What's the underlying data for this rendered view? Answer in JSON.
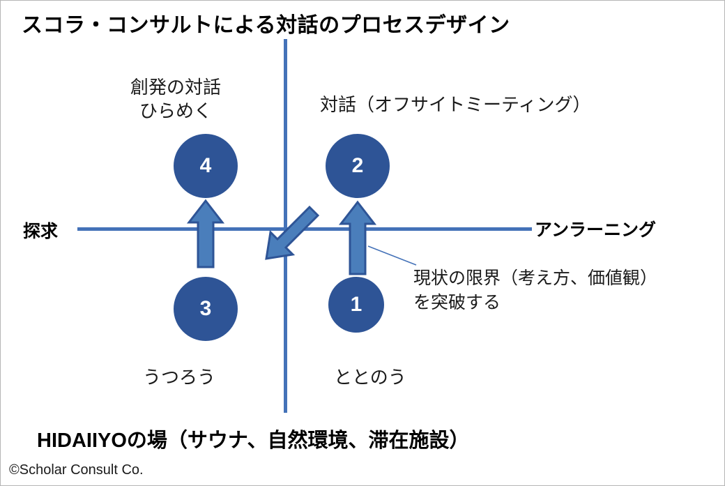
{
  "slide": {
    "title": "スコラ・コンサルトによる対話のプロセスデザイン",
    "caption": "HIDAIIYOの場（サウナ、自然環境、滞在施設）",
    "copyright": "©Scholar Consult Co.",
    "background_color": "#ffffff"
  },
  "axes": {
    "left_label": "探求",
    "right_label": "アンラーニング",
    "line_color": "#4472b8"
  },
  "quadrants": {
    "top_left_line1": "創発の対話",
    "top_left_line2": "ひらめく",
    "top_right": "対話（オフサイトミーティング）",
    "bottom_left": "うつろう",
    "bottom_right": "ととのう"
  },
  "annotation": {
    "line1": "現状の限界（考え方、価値観）",
    "line2": "を突破する",
    "leader_color": "#4472b8"
  },
  "nodes": [
    {
      "id": "node-4",
      "label": "4",
      "quadrant": "top-left",
      "color": "#2e5496"
    },
    {
      "id": "node-2",
      "label": "2",
      "quadrant": "top-right",
      "color": "#2e5496"
    },
    {
      "id": "node-3",
      "label": "3",
      "quadrant": "bottom-left",
      "color": "#2e5496"
    },
    {
      "id": "node-1",
      "label": "1",
      "quadrant": "bottom-right",
      "color": "#2e5496"
    }
  ],
  "arrows": {
    "fill_color": "#4a7ebb",
    "stroke_color": "#2e5496",
    "items": [
      {
        "name": "arrow-up-left",
        "direction": "up",
        "from": "node-3",
        "to": "node-4"
      },
      {
        "name": "arrow-up-right",
        "direction": "up",
        "from": "node-1",
        "to": "node-2"
      },
      {
        "name": "arrow-diagonal",
        "direction": "down-left",
        "from": "node-2",
        "to": "node-3"
      }
    ]
  }
}
